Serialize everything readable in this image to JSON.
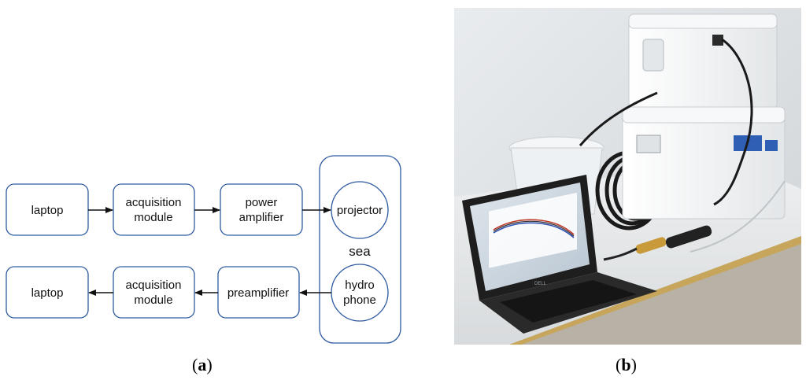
{
  "panel_a": {
    "caption_letter": "a",
    "top_row": {
      "laptop": "laptop",
      "acquisition": [
        "acquisition",
        "module"
      ],
      "amplifier": [
        "power",
        "amplifier"
      ],
      "projector": "projector"
    },
    "bottom_row": {
      "laptop": "laptop",
      "acquisition": [
        "acquisition",
        "module"
      ],
      "preamplifier": "preamplifier",
      "hydrophone": [
        "hydro",
        "phone"
      ]
    },
    "sea_label": "sea",
    "colors": {
      "border": "#2f5aa0",
      "arrow": "#111111"
    }
  },
  "panel_b": {
    "caption_letter": "b",
    "laptop_brand": "DELL",
    "chart_colors": [
      "#c0392b",
      "#2e4fb0",
      "#333333"
    ]
  }
}
